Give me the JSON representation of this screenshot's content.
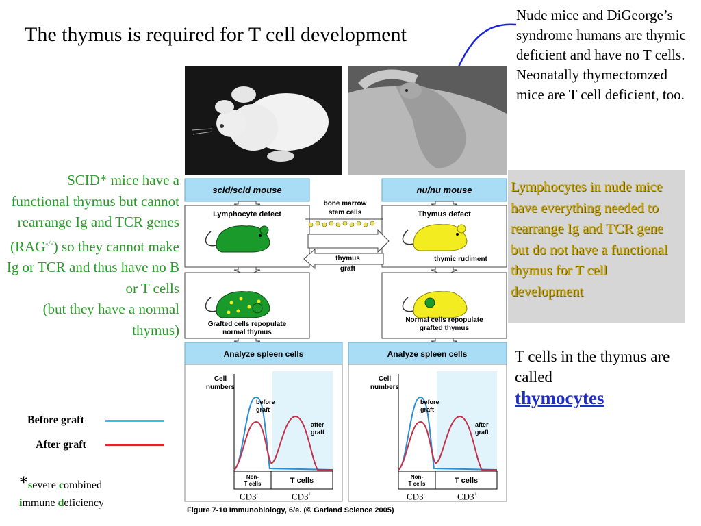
{
  "title": "The thymus is required for T cell development",
  "top_note": "Nude mice and DiGeorge’s syndrome humans are thymic deficient and have no T cells.  Neonatally thymectomzed mice are T cell deficient, too.",
  "scid_note": {
    "part1": "SCID* mice have a functional thymus but cannot rearrange Ig and TCR genes (RAG",
    "sup": "-/-",
    "part2": ") so they cannot make Ig or TCR and thus have no B or T cells",
    "part3": "(but they have a normal thymus)"
  },
  "nude_note": "Lymphocytes in nude mice have everything needed to rearrange Ig and TCR gene but do not have a functional thymus for T cell development",
  "tcell_note": {
    "text": "T cells in the thymus are called",
    "emphasis": "thymocytes"
  },
  "legend": {
    "before": "Before graft",
    "after": "After graft",
    "before_color": "#29c4f0",
    "after_color": "#d42a2a"
  },
  "footnote": {
    "star": "*",
    "line1": [
      {
        "bold": "s",
        "rest": "evere "
      },
      {
        "bold": "c",
        "rest": "ombined"
      }
    ],
    "line2": [
      {
        "bold": "i",
        "rest": "mmune "
      },
      {
        "bold": "d",
        "rest": "eficiency"
      }
    ]
  },
  "figure": {
    "left_header": "scid/scid mouse",
    "right_header": "nu/nu mouse",
    "left_defect": "Lymphocyte defect",
    "right_defect": "Thymus defect",
    "bone_marrow": "bone marrow",
    "stem_cells": "stem cells",
    "thymic_rudiment": "thymic rudiment",
    "thymus": "thymus",
    "graft": "graft",
    "left_repop1": "Grafted cells repopulate",
    "left_repop2": "normal thymus",
    "right_repop1": "Normal cells repopulate",
    "right_repop2": "grafted thymus",
    "analyze": "Analyze spleen cells",
    "cell": "Cell",
    "numbers": "numbers",
    "before": "before",
    "after": "after",
    "graft_word": "graft",
    "non": "Non-",
    "t_cells_small": "T cells",
    "t_cells": "T cells",
    "cd3_minus": "CD3",
    "cd3_plus": "CD3",
    "minus": "-",
    "plus": "+",
    "caption": "Figure 7-10  Immunobiology, 6/e. (© Garland Science 2005)"
  },
  "colors": {
    "header_fill": "#a8ddf5",
    "scid_mouse": "#1a9a2a",
    "nude_mouse": "#f2ec20",
    "arrow_blue": "#1a24d6"
  }
}
